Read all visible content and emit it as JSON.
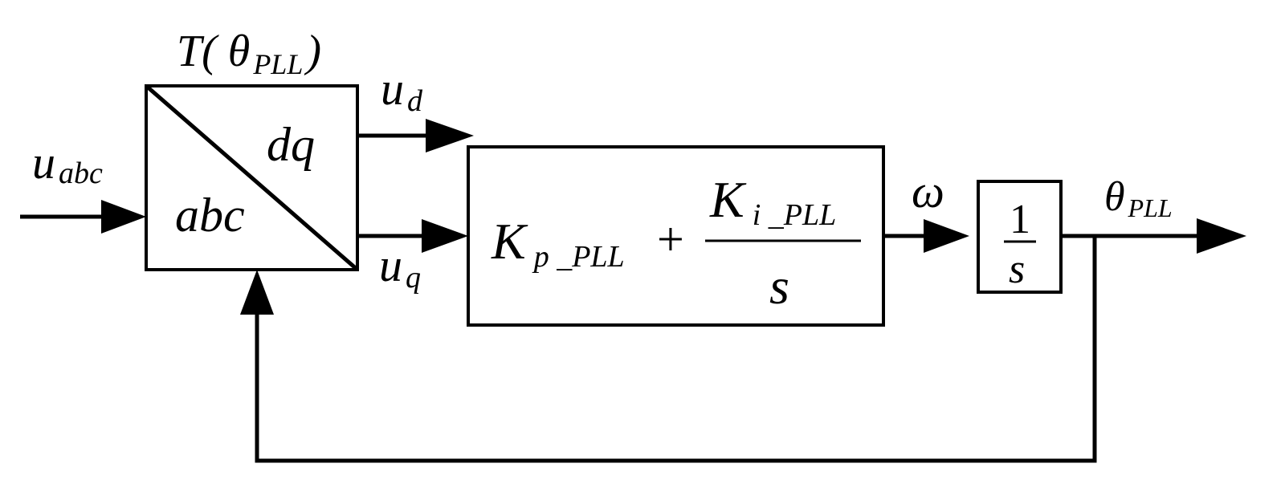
{
  "transform_block": {
    "name": "T(",
    "angle_symbol": "θ",
    "angle_subscript": "PLL",
    "close_paren": ")",
    "top_right_label": "dq",
    "bottom_left_label": "abc"
  },
  "input": {
    "symbol": "u",
    "subscript": "abc"
  },
  "outputs": {
    "d": {
      "symbol": "u",
      "subscript": "d"
    },
    "q": {
      "symbol": "u",
      "subscript": "q"
    }
  },
  "pi_block": {
    "kp_symbol": "K",
    "kp_subscript": "p _PLL",
    "plus": "+",
    "ki_symbol": "K",
    "ki_subscript": "i _PLL",
    "denominator": "s"
  },
  "omega_label": "ω",
  "integrator": {
    "numerator": "1",
    "denominator": "s"
  },
  "output": {
    "symbol": "θ",
    "subscript": "PLL"
  }
}
